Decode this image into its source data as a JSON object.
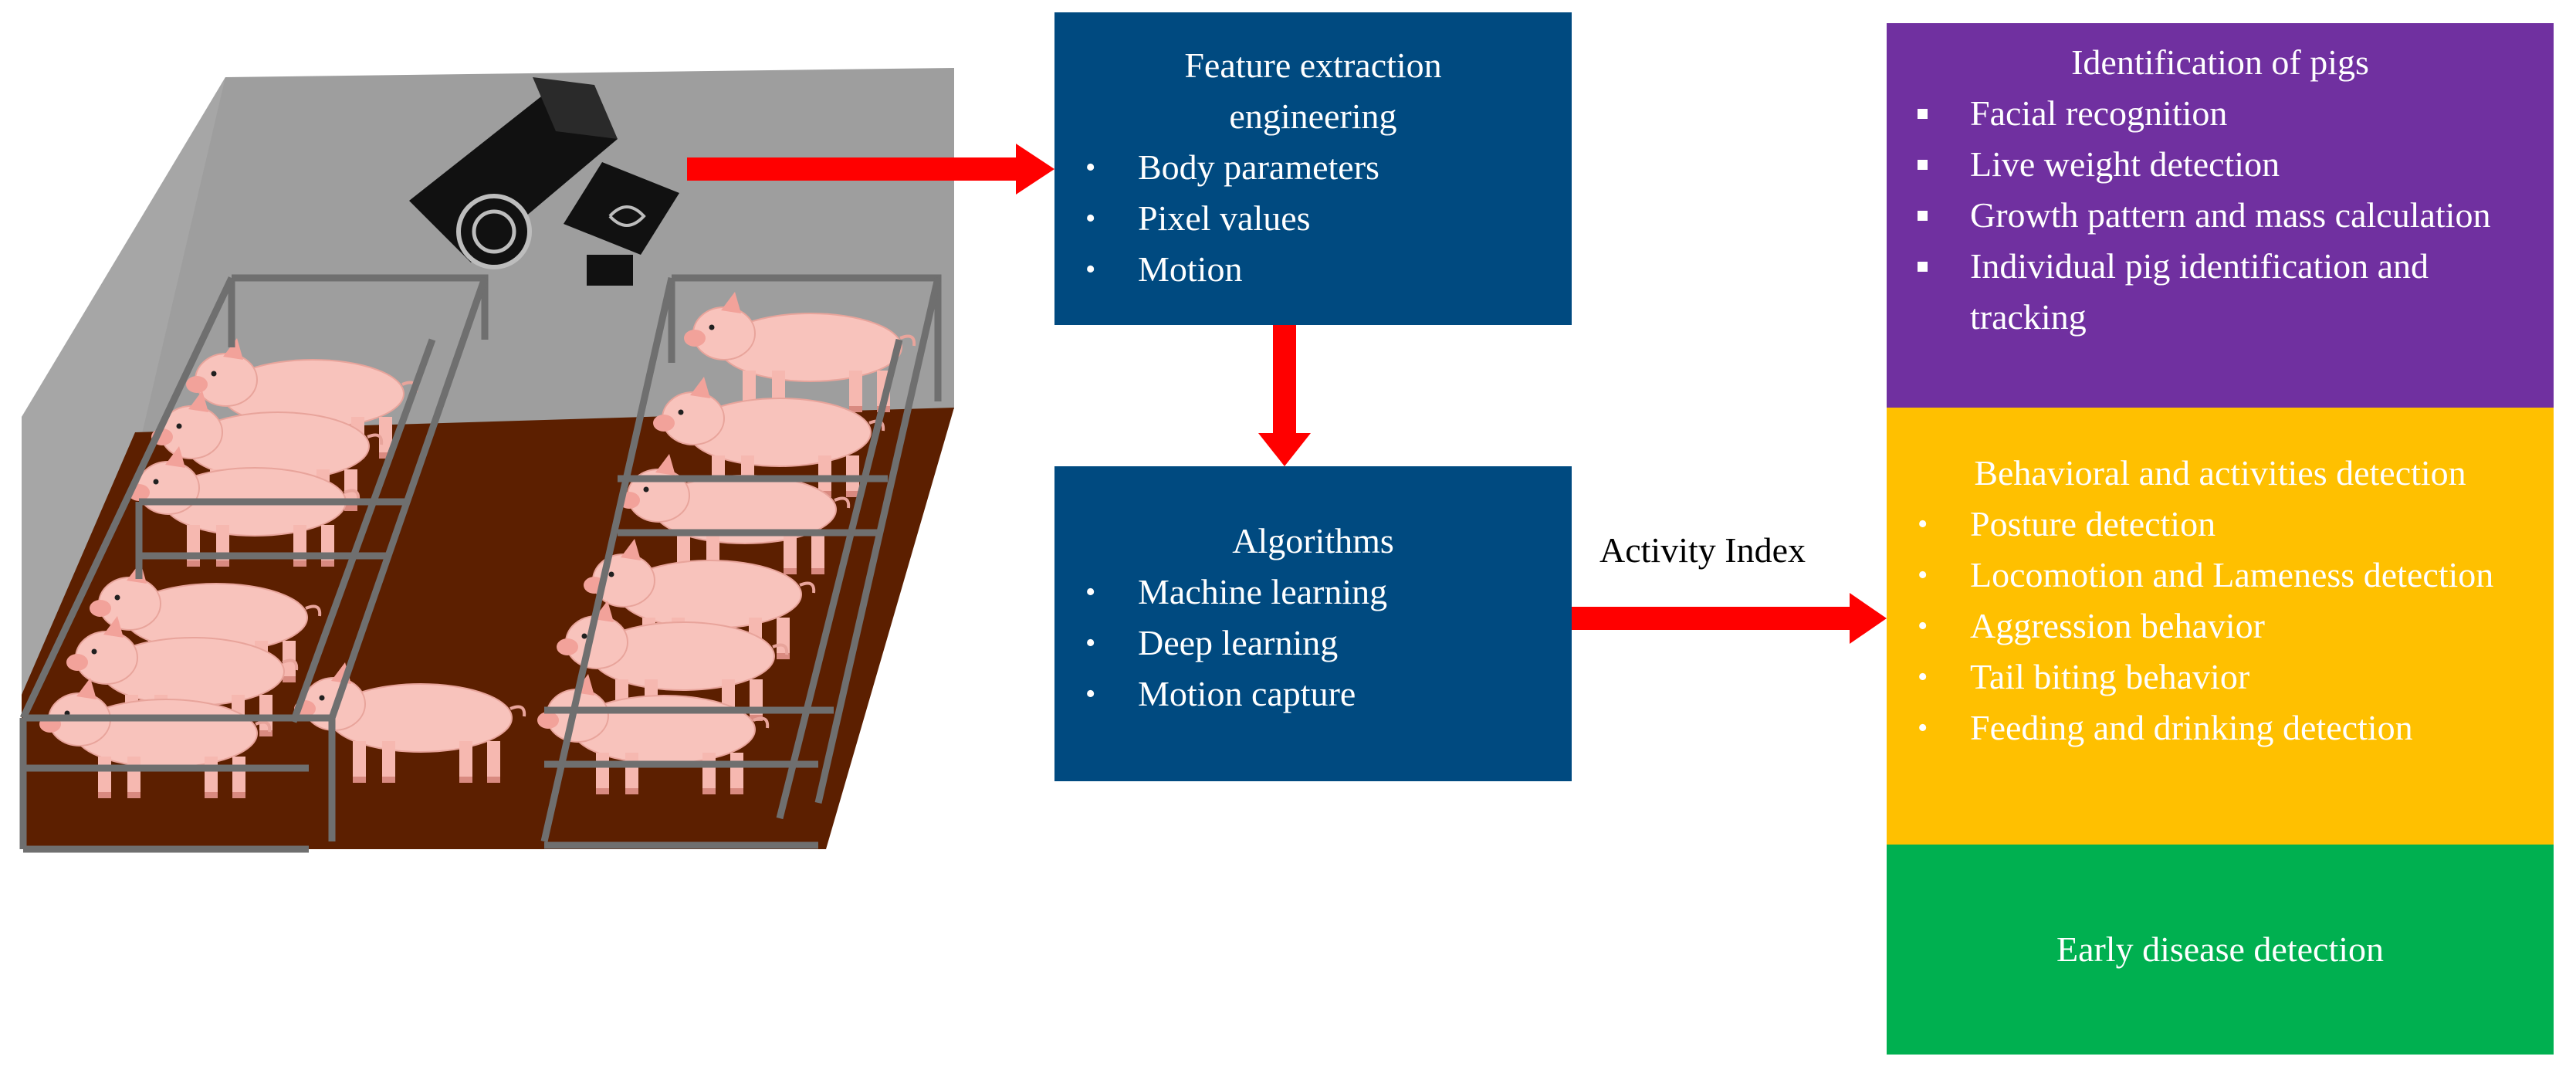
{
  "feature_box": {
    "title_line1": "Feature extraction",
    "title_line2": "engineering",
    "items": [
      "Body parameters",
      "Pixel values",
      "Motion"
    ],
    "color": "#004a80"
  },
  "algorithms_box": {
    "title": "Algorithms",
    "items": [
      "Machine learning",
      "Deep learning",
      "Motion capture"
    ],
    "color": "#004a80"
  },
  "activity_label": "Activity Index",
  "identification_box": {
    "title": "Identification of pigs",
    "items": [
      "Facial recognition",
      "Live weight detection",
      "Growth pattern and mass calculation",
      "Individual pig identification and tracking"
    ],
    "color": "#7030a0"
  },
  "behavior_box": {
    "title": "Behavioral and activities detection",
    "items": [
      "Posture detection",
      "Locomotion and Lameness detection",
      "Aggression behavior",
      "Tail biting behavior",
      "Feeding and drinking detection"
    ],
    "color": "#ffc000"
  },
  "early_box": {
    "title": "Early disease detection",
    "color": "#00b050"
  },
  "illustration": {
    "icons": [
      "cctv-camera-icon",
      "pig-icon",
      "pen-fence-icon"
    ],
    "arrow_color": "#ff0000"
  }
}
